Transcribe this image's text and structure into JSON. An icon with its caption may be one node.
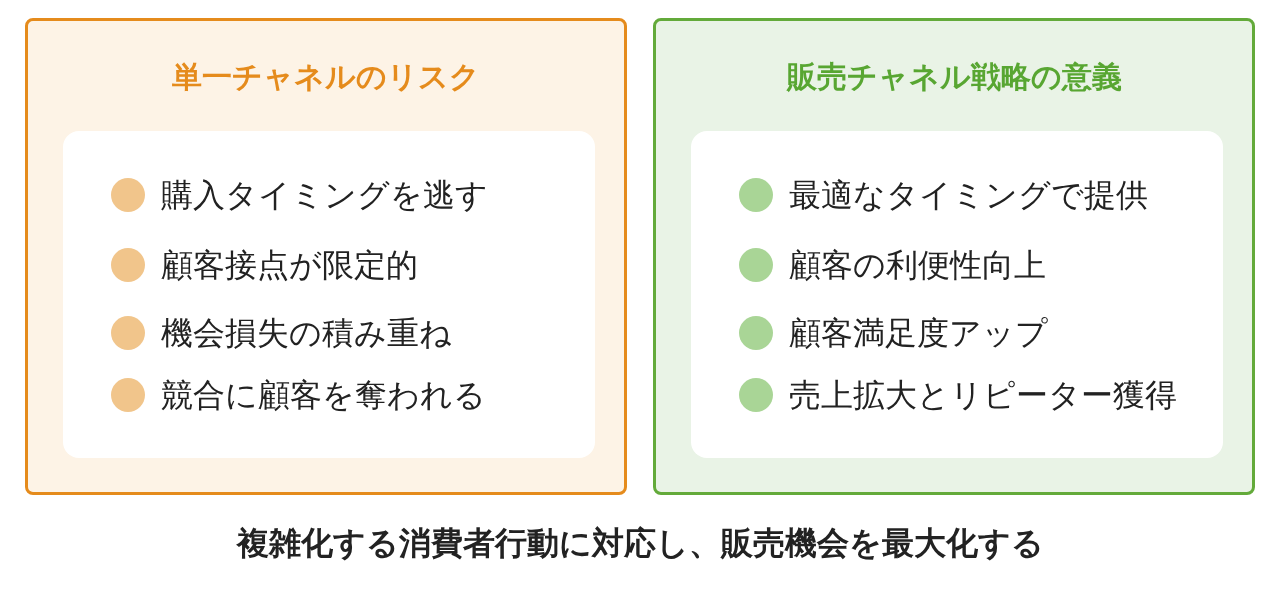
{
  "diagram": {
    "caption": "複雑化する消費者行動に対応し、販売機会を最大化する",
    "nodes": [
      {
        "text": [
          "単一チャネルのリスク"
        ]
      },
      {
        "text": [
          "購入タイミングを逃す",
          "顧客接点が限定的",
          "機会損失の積み重ね",
          "競合に顧客を奪われる"
        ],
        "in": 0
      },
      {
        "text": [
          "販売チャネル戦略の意義"
        ]
      },
      {
        "text": [
          "最適なタイミングで提供",
          "顧客の利便性向上",
          "顧客満足度アップ",
          "売上拡大とリピーター獲得"
        ],
        "in": 2
      }
    ]
  }
}
